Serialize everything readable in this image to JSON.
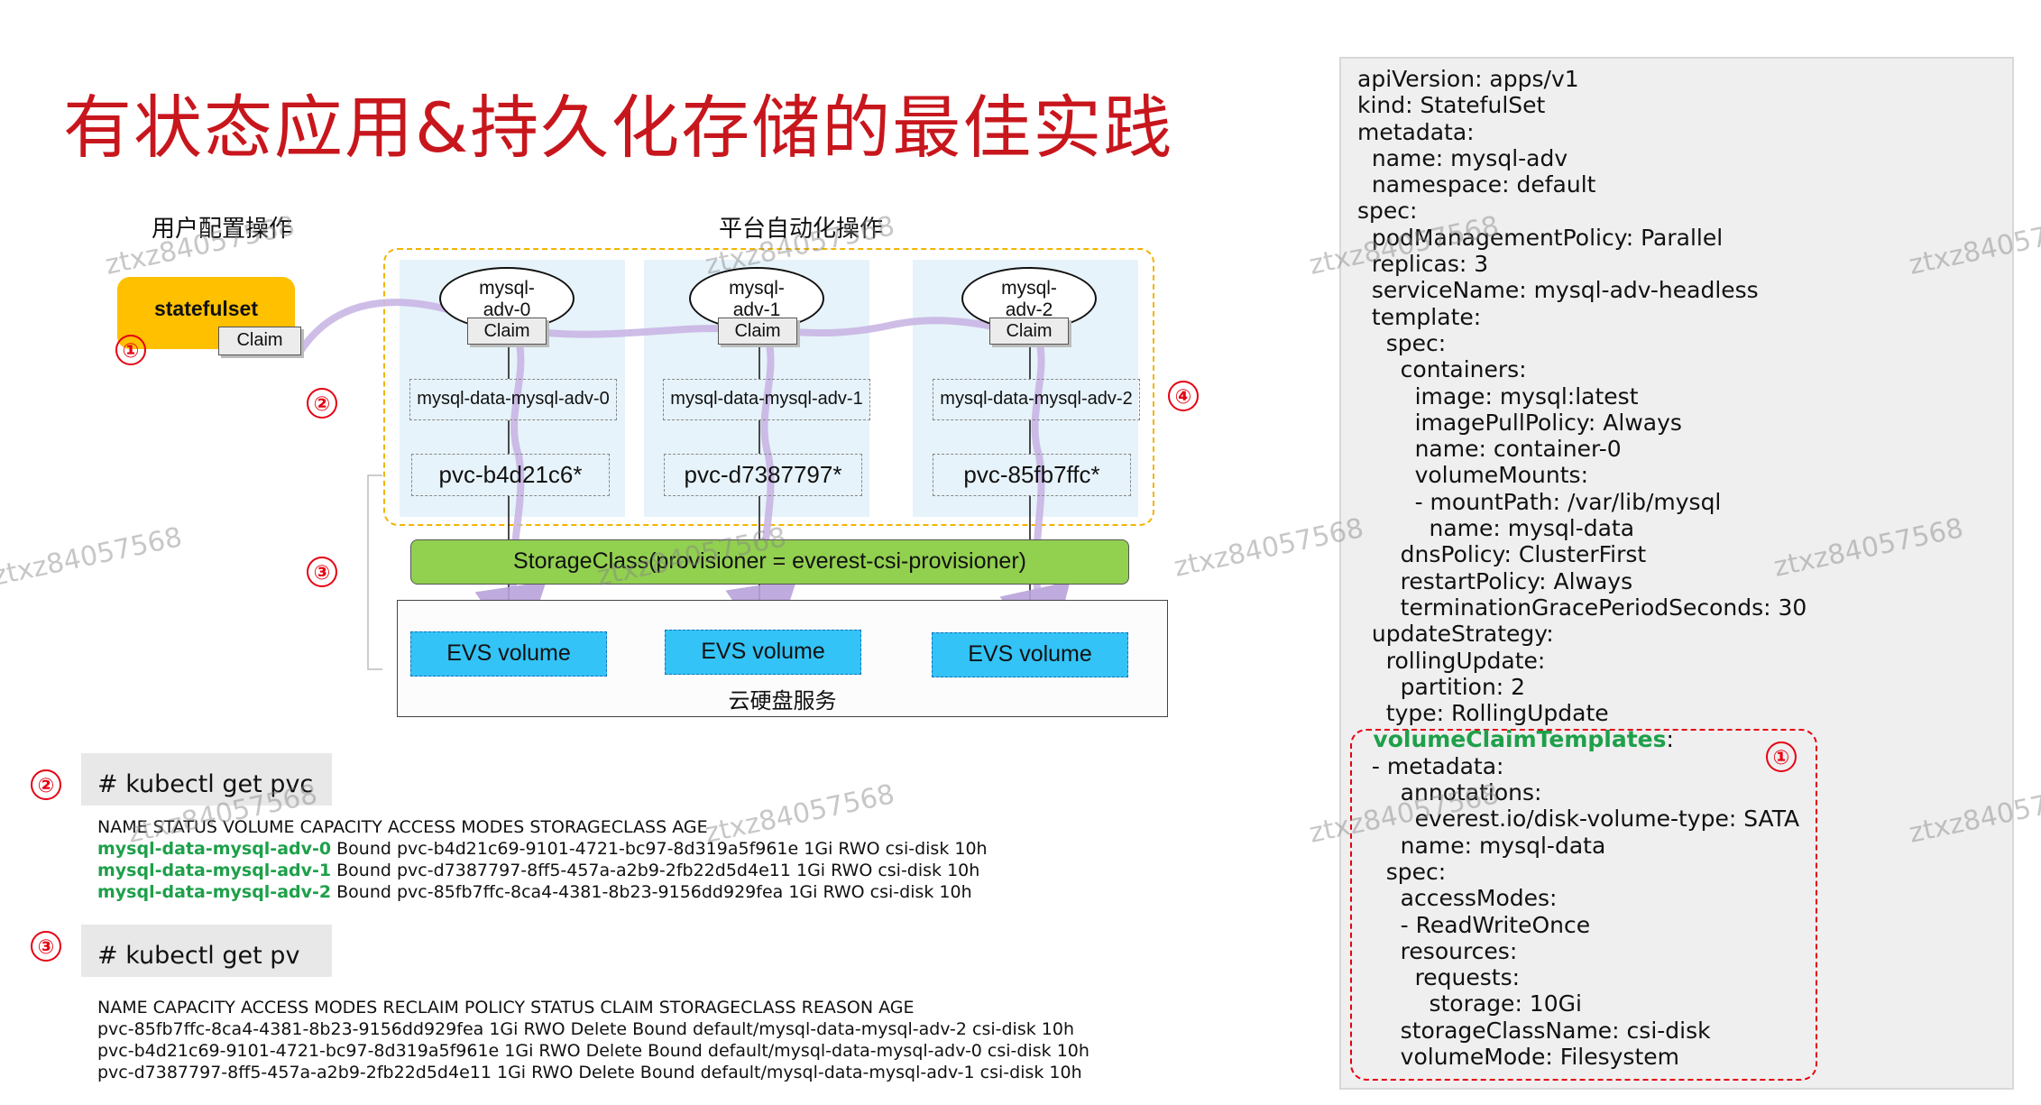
{
  "title": "有状态应用&持久化存储的最佳实践",
  "labels": {
    "user_ops": "用户配置操作",
    "platform_ops": "平台自动化操作",
    "statefulset": "statefulset",
    "claim": "Claim",
    "storageclass": "StorageClass(provisioner = everest-csi-provisioner)",
    "evs": "EVS volume",
    "cloud_service": "云硬盘服务"
  },
  "markers": [
    "①",
    "②",
    "③",
    "④"
  ],
  "pods": [
    {
      "name_l1": "mysql-",
      "name_l2": "adv-0",
      "data": "mysql-data-mysql-adv-0",
      "pvc": "pvc-b4d21c6*"
    },
    {
      "name_l1": "mysql-",
      "name_l2": "adv-1",
      "data": "mysql-data-mysql-adv-1",
      "pvc": "pvc-d7387797*"
    },
    {
      "name_l1": "mysql-",
      "name_l2": "adv-2",
      "data": "mysql-data-mysql-adv-2",
      "pvc": "pvc-85fb7ffc*"
    }
  ],
  "pvc_cmd": "# kubectl get pvc",
  "pvc_table": {
    "header": "NAME                STATUS   VOLUME                              CAPACITY   ACCESS MODES   STORAGECLASS   AGE",
    "rows": [
      {
        "name": "mysql-data-mysql-adv-0",
        "rest": " Bound   pvc-b4d21c69-9101-4721-bc97-8d319a5f961e   1Gi       RWO          csi-disk     10h"
      },
      {
        "name": "mysql-data-mysql-adv-1",
        "rest": " Bound   pvc-d7387797-8ff5-457a-a2b9-2fb22d5d4e11   1Gi       RWO          csi-disk     10h"
      },
      {
        "name": "mysql-data-mysql-adv-2",
        "rest": " Bound   pvc-85fb7ffc-8ca4-4381-8b23-9156dd929fea   1Gi       RWO          csi-disk     10h"
      }
    ]
  },
  "pv_cmd": "# kubectl get pv",
  "pv_table": {
    "header": "NAME                CAPACITY   ACCESS MODES   RECLAIM POLICY   STATUS   CLAIM          STORAGECLASS   REASON   AGE",
    "rows": [
      "pvc-85fb7ffc-8ca4-4381-8b23-9156dd929fea    1Gi  RWO  Delete    Bound  default/mysql-data-mysql-adv-2 csi-disk   10h",
      "pvc-b4d21c69-9101-4721-bc97-8d319a5f961e   1Gi  RWO  Delete    Bound  default/mysql-data-mysql-adv-0 csi-disk   10h",
      "pvc-d7387797-8ff5-457a-a2b9-2fb22d5d4e11    1Gi  RWO  Delete    Bound  default/mysql-data-mysql-adv-1 csi-disk   10h"
    ]
  },
  "yaml": [
    {
      "t": "apiVersion: apps/v1"
    },
    {
      "t": "kind: StatefulSet"
    },
    {
      "t": "metadata:"
    },
    {
      "t": "  name: mysql-adv"
    },
    {
      "t": "  namespace: default"
    },
    {
      "t": "spec:"
    },
    {
      "t": "  podManagementPolicy: Parallel"
    },
    {
      "t": "  replicas: 3"
    },
    {
      "t": "  serviceName: mysql-adv-headless"
    },
    {
      "t": "  template:"
    },
    {
      "t": "    spec:"
    },
    {
      "t": "      containers:"
    },
    {
      "t": "        image: mysql:latest"
    },
    {
      "t": "        imagePullPolicy: Always"
    },
    {
      "t": "        name: container-0"
    },
    {
      "t": "        volumeMounts:"
    },
    {
      "t": "        - mountPath: /var/lib/mysql"
    },
    {
      "t": "          name: mysql-data"
    },
    {
      "t": "      dnsPolicy: ClusterFirst"
    },
    {
      "t": "      restartPolicy: Always"
    },
    {
      "t": "      terminationGracePeriodSeconds: 30"
    },
    {
      "t": "  updateStrategy:"
    },
    {
      "t": "    rollingUpdate:"
    },
    {
      "t": "      partition: 2"
    },
    {
      "t": "    type: RollingUpdate"
    },
    {
      "hl": "  volumeClaimTemplates",
      "t": ":"
    },
    {
      "t": "  - metadata:"
    },
    {
      "t": "      annotations:"
    },
    {
      "t": "        everest.io/disk-volume-type: SATA"
    },
    {
      "t": "      name: mysql-data"
    },
    {
      "t": "    spec:"
    },
    {
      "t": "      accessModes:"
    },
    {
      "t": "      - ReadWriteOnce"
    },
    {
      "t": "      resources:"
    },
    {
      "t": "        requests:"
    },
    {
      "t": "          storage: 10Gi"
    },
    {
      "t": "      storageClassName: csi-disk"
    },
    {
      "t": "      volumeMode: Filesystem"
    }
  ],
  "watermark": "ztxz84057568",
  "colors": {
    "title": "#c8161d",
    "statefulset": "#ffc000",
    "storageclass": "#92d050",
    "evs": "#33c3f6",
    "highlight": "#1ea04a",
    "marker": "#e60012",
    "flow_arrow": "#c9b6e4"
  }
}
